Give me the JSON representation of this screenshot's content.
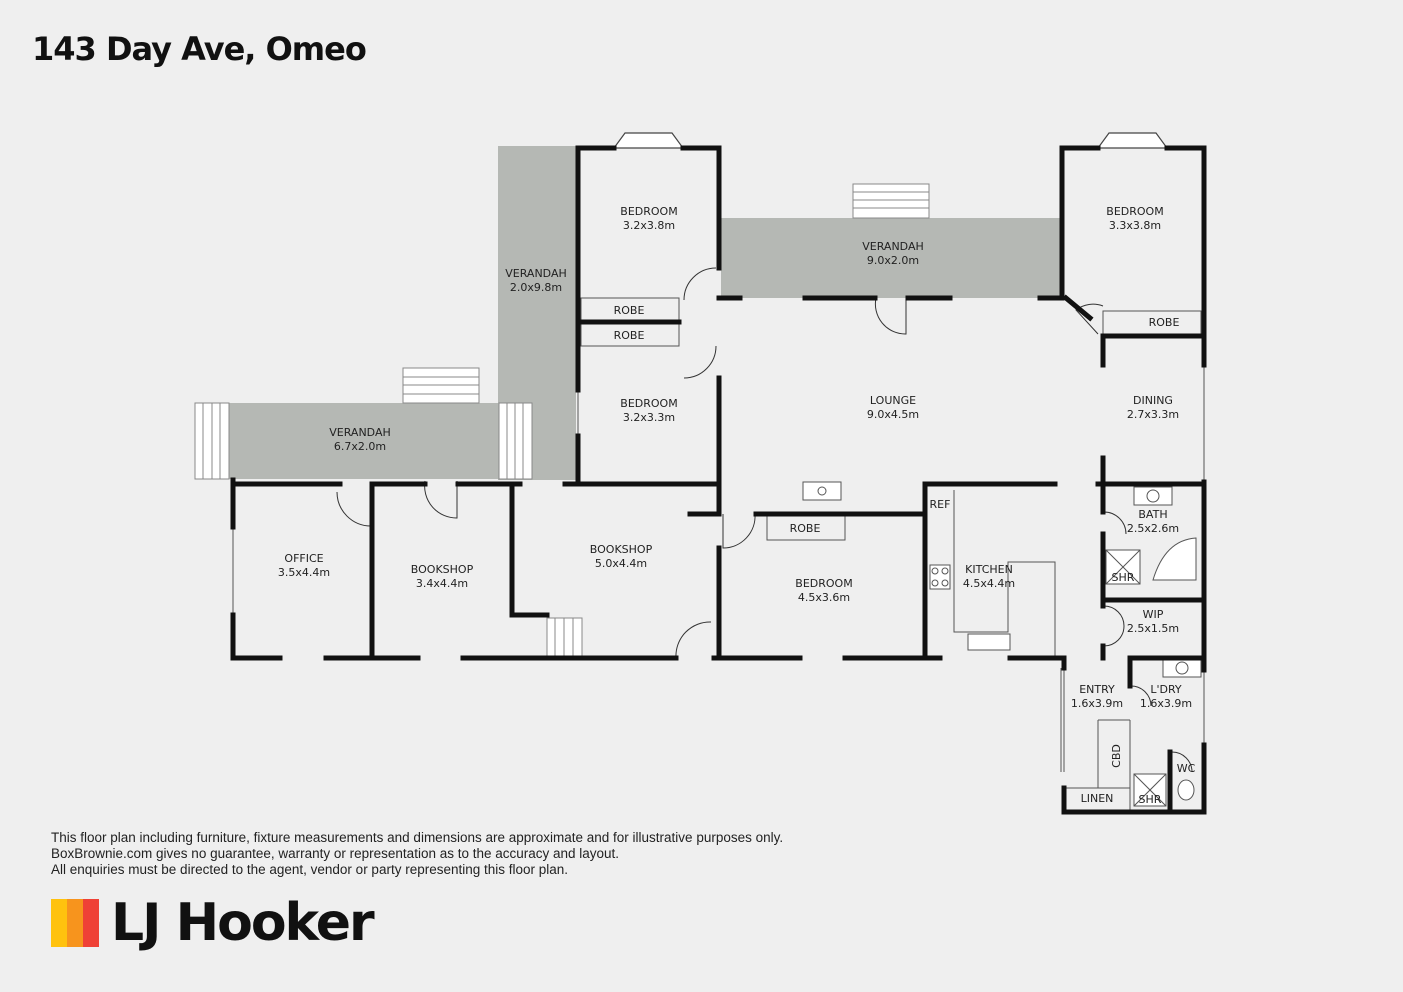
{
  "title": "143 Day Ave, Omeo",
  "rooms": [
    {
      "key": "bed1",
      "name": "BEDROOM",
      "dims": "3.2x3.8m"
    },
    {
      "key": "ver_top",
      "name": "VERANDAH",
      "dims": "9.0x2.0m"
    },
    {
      "key": "bed2",
      "name": "BEDROOM",
      "dims": "3.3x3.8m"
    },
    {
      "key": "ver_side",
      "name": "VERANDAH",
      "dims": "2.0x9.8m"
    },
    {
      "key": "robe1",
      "name": "ROBE",
      "dims": ""
    },
    {
      "key": "robe2",
      "name": "ROBE",
      "dims": ""
    },
    {
      "key": "robe3",
      "name": "ROBE",
      "dims": ""
    },
    {
      "key": "bed3",
      "name": "BEDROOM",
      "dims": "3.2x3.3m"
    },
    {
      "key": "lounge",
      "name": "LOUNGE",
      "dims": "9.0x4.5m"
    },
    {
      "key": "dining",
      "name": "DINING",
      "dims": "2.7x3.3m"
    },
    {
      "key": "ver_left",
      "name": "VERANDAH",
      "dims": "6.7x2.0m"
    },
    {
      "key": "office",
      "name": "OFFICE",
      "dims": "3.5x4.4m"
    },
    {
      "key": "bookshop1",
      "name": "BOOKSHOP",
      "dims": "3.4x4.4m"
    },
    {
      "key": "bookshop2",
      "name": "BOOKSHOP",
      "dims": "5.0x4.4m"
    },
    {
      "key": "robe4",
      "name": "ROBE",
      "dims": ""
    },
    {
      "key": "bed4",
      "name": "BEDROOM",
      "dims": "4.5x3.6m"
    },
    {
      "key": "ref",
      "name": "REF",
      "dims": ""
    },
    {
      "key": "kitchen",
      "name": "KITCHEN",
      "dims": "4.5x4.4m"
    },
    {
      "key": "bath",
      "name": "BATH",
      "dims": "2.5x2.6m"
    },
    {
      "key": "shr1",
      "name": "SHR",
      "dims": ""
    },
    {
      "key": "wip",
      "name": "WIP",
      "dims": "2.5x1.5m"
    },
    {
      "key": "entry",
      "name": "ENTRY",
      "dims": "1.6x3.9m"
    },
    {
      "key": "ldry",
      "name": "L'DRY",
      "dims": "1.6x3.9m"
    },
    {
      "key": "cbd",
      "name": "CBD",
      "dims": ""
    },
    {
      "key": "wc",
      "name": "WC",
      "dims": ""
    },
    {
      "key": "linen",
      "name": "LINEN",
      "dims": ""
    },
    {
      "key": "shr2",
      "name": "SHR",
      "dims": ""
    }
  ],
  "disclaimer": [
    "This floor plan including furniture, fixture measurements and dimensions are approximate and for illustrative purposes only.",
    "BoxBrownie.com gives no guarantee, warranty or representation as to the accuracy and layout.",
    "All enquiries must be directed to the agent, vendor or party representing this floor plan."
  ],
  "logo": {
    "brand": "LJ Hooker",
    "stripe_colors": [
      "#ffc20e",
      "#f7941d",
      "#ef4136"
    ]
  },
  "colors": {
    "verandah": "#b5b8b4",
    "wall": "#111111",
    "background": "#efefef"
  }
}
